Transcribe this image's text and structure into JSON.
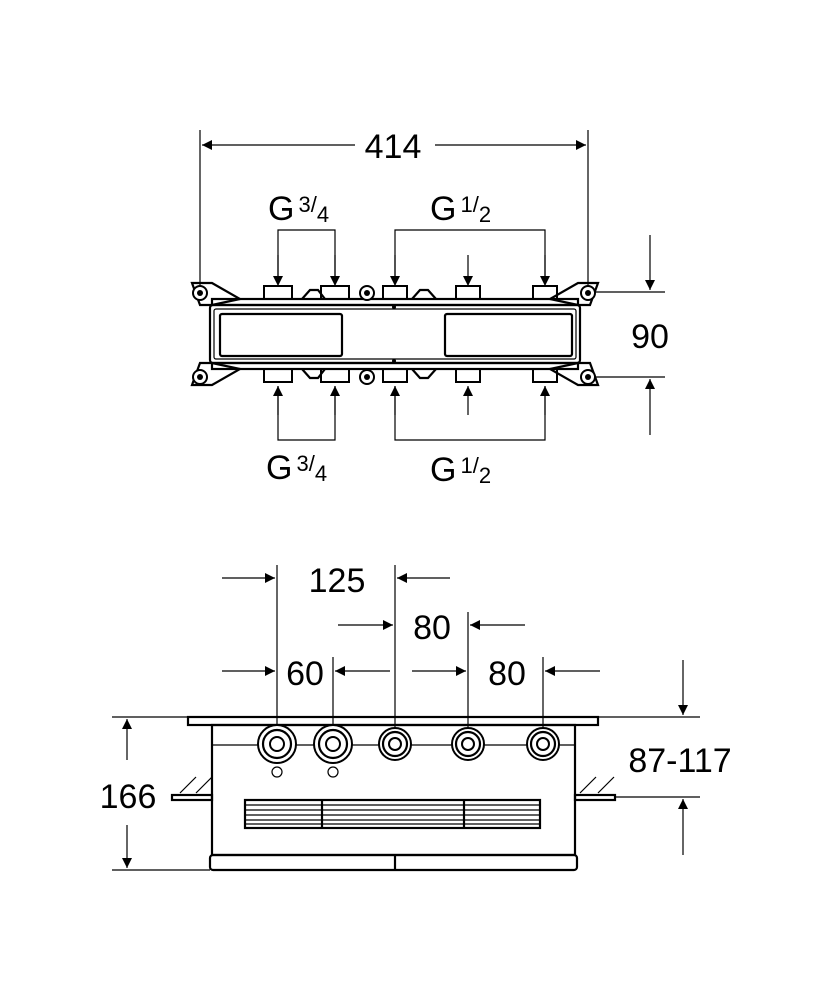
{
  "top_view": {
    "overall_width": "414",
    "depth": "90",
    "thread_labels": [
      {
        "prefix": "G",
        "num": "3",
        "sep": "/",
        "den": "4"
      },
      {
        "prefix": "G",
        "num": "1",
        "sep": "/",
        "den": "2"
      },
      {
        "prefix": "G",
        "num": "3",
        "sep": "/",
        "den": "4"
      },
      {
        "prefix": "G",
        "num": "1",
        "sep": "/",
        "den": "2"
      }
    ]
  },
  "front_view": {
    "dim_125": "125",
    "dim_80_upper": "80",
    "dim_60": "60",
    "dim_80_lower": "80",
    "install_depth": "87-117",
    "height": "166"
  }
}
